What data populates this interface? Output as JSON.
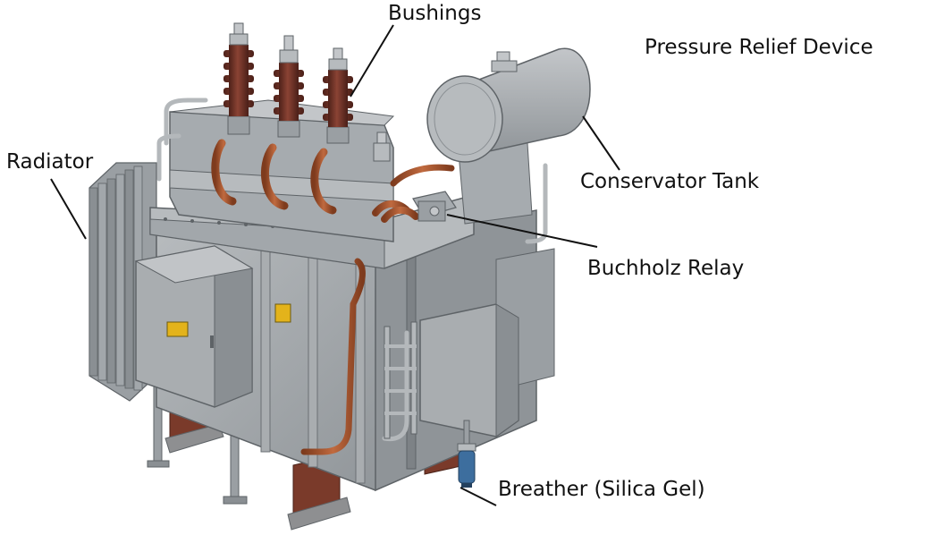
{
  "diagram": {
    "labels": {
      "bushings": "Bushings",
      "pressure_relief_device": "Pressure Relief Device",
      "radiator": "Radiator",
      "conservator_tank": "Conservator Tank",
      "buchholz_relay": "Buchholz Relay",
      "breather": "Breather (Silica Gel)"
    },
    "colors": {
      "steel_light": "#b4b8bb",
      "steel_mid": "#9a9fa3",
      "steel_dark": "#7d8286",
      "porcelain": "#6e3328",
      "copper": "#a9552e",
      "warning_plate": "#e3b31b",
      "base_rust": "#7a3a2a",
      "breather_blue": "#3d6e9e",
      "leader_line": "#111111"
    }
  }
}
